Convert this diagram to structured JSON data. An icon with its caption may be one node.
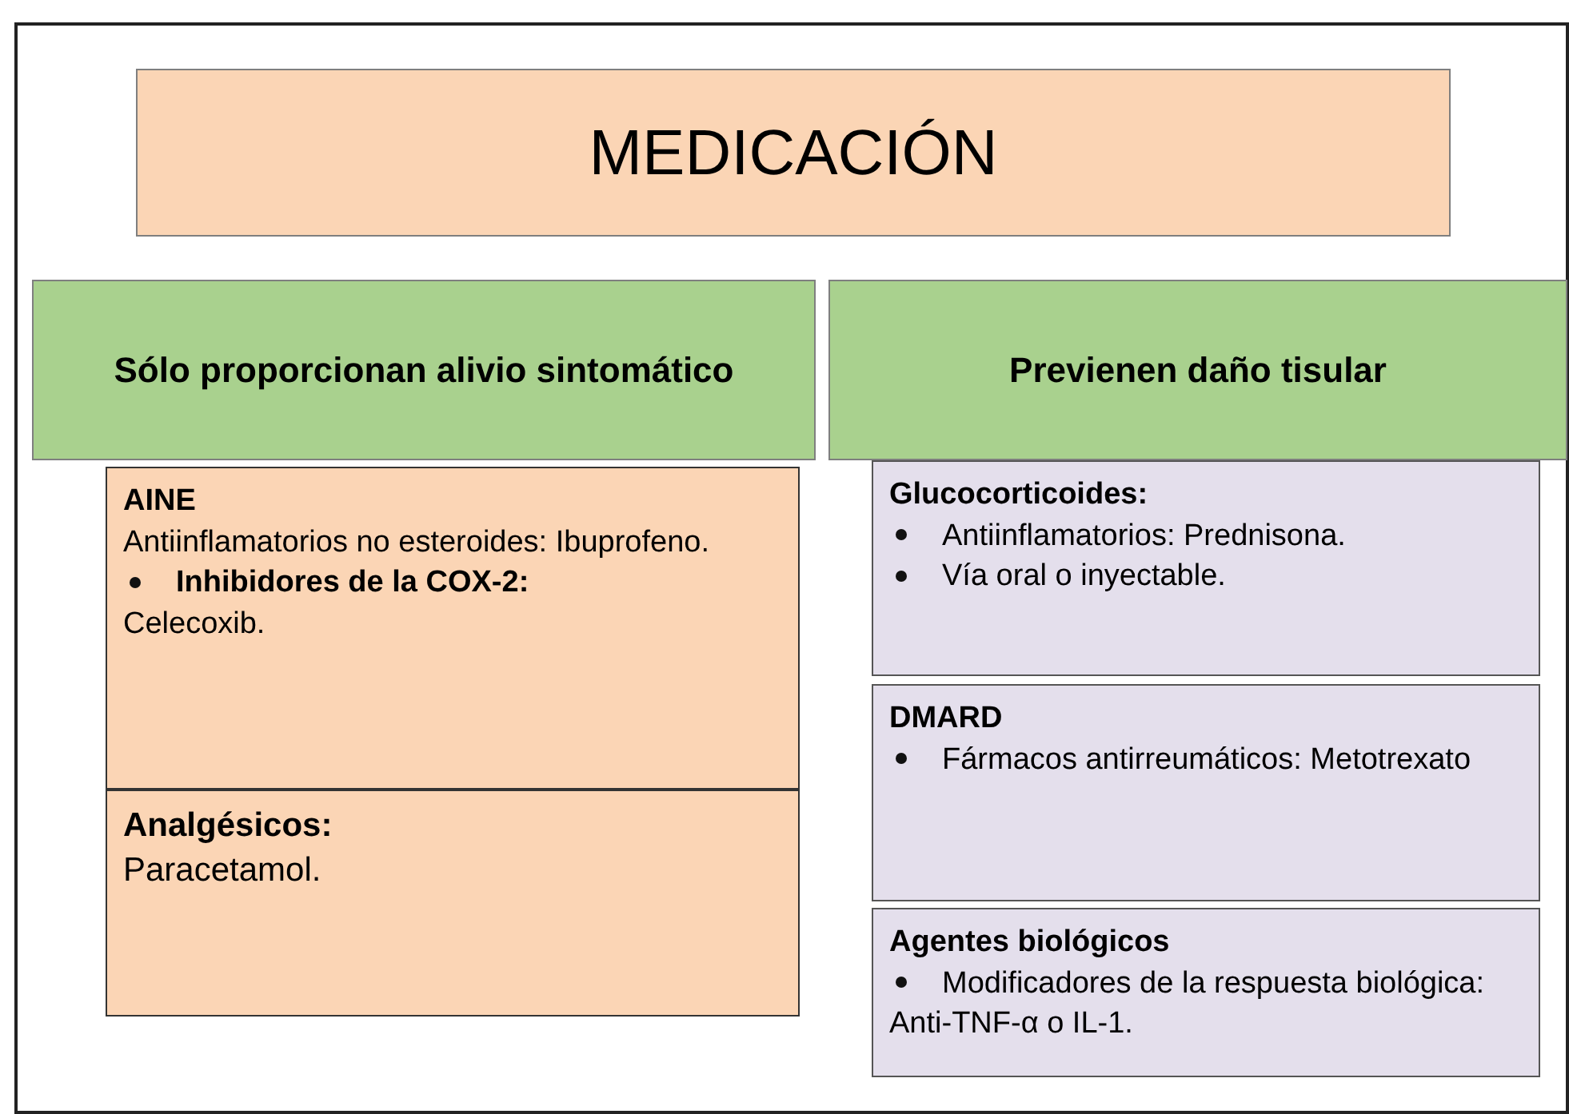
{
  "diagram": {
    "nodes": [
      {
        "text": [
          "MEDICACIÓN"
        ]
      },
      {
        "text": [
          "Sólo proporcionan alivio sintomático"
        ]
      },
      {
        "text": [
          "Previenen daño tisular"
        ]
      },
      {
        "text": [
          "AINE",
          "Antiinflamatorios no esteroides: Ibuprofeno.",
          "Inhibidores de la COX-2:",
          "Celecoxib."
        ]
      },
      {
        "text": [
          "Analgésicos:",
          "Paracetamol."
        ]
      },
      {
        "text": [
          "Glucocorticoides:",
          "Antiinflamatorios:  Prednisona.",
          "Vía oral o inyectable."
        ]
      },
      {
        "text": [
          "DMARD",
          "Fármacos antirreumáticos: Metotrexato"
        ]
      },
      {
        "text": [
          "Agentes biológicos",
          "Modificadores de la respuesta biológica: Anti-TNF-α o IL-1."
        ]
      }
    ],
    "edges": []
  }
}
